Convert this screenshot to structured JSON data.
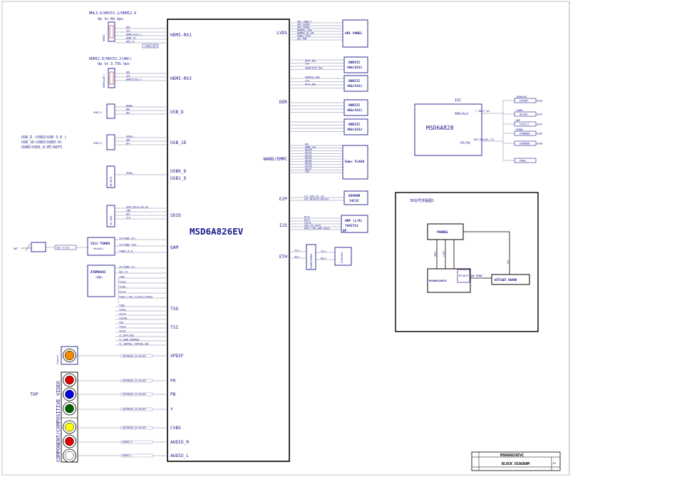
{
  "hdmi_rx1": {
    "header_line1": "MHL3.0/HDCP2.2/HDMI2.0",
    "header_line2": "Up to 6G bps",
    "connector": "HDMI1",
    "pin": "HDMI-RX1",
    "signals": [
      "DDC",
      "CEC",
      "HDMI1(CEC)+-",
      "HDMI_5V",
      "HPD_1S"
    ],
    "small_box": "CABLE_DET"
  },
  "hdmi_rx3": {
    "header_line1": "HDMI2.0/HDCP2.2(ARC)",
    "header_line2": "Up to 3.75G bps",
    "connector": "HDMI3(ARC)",
    "pin": "HDMI-RX3",
    "signals": [
      "DDC",
      "CEC",
      "HDMI3(CEC)+-"
    ]
  },
  "usb_d": {
    "connector": "USB2.0",
    "pin": "USB_D",
    "signals": [
      "NAND+-",
      "DM+",
      "DP+"
    ]
  },
  "usb_1d": {
    "connector": "USB3.0",
    "pin": "USB_1D",
    "signals": [
      "USB3+-",
      "DM+",
      "DP+"
    ]
  },
  "usb_legend": [
    "USB_D :USB2(USB 3.0 )",
    "USB_1D:USB3(USB3.0)",
    "USB0/USB1_D:BT/WIFI"
  ],
  "bt_wifi": {
    "connector": "BT/WIFI",
    "pin_line1": "USB0_D",
    "pin_line2": "USB1_D",
    "signal": "USB0+-"
  },
  "sdio": {
    "connector": "SD CARD",
    "pin": "SDIO",
    "signals": [
      "SDIO_D0,D1,D2,D3",
      "CMD",
      "DET",
      "CLK"
    ]
  },
  "tuner": {
    "antenna": "ANT",
    "filter": "Saw filter",
    "tuner_line1": "SILC TUNER",
    "tuner_line2": "(MxL661)",
    "demod_line1": "ATBM886C",
    "demod_line2": "(预留)",
    "pin": "QAM",
    "signals": [
      "IF(TUNER IF)",
      "IF(TUNER IFN)",
      "TUNER_IF_N"
    ]
  },
  "tso": {
    "pin": "TSO",
    "signals": [
      "IF(TUNER IF)",
      "AGC_CTL",
      "TSDO",
      "TSVLD",
      "TSYNC",
      "TSCLK",
      "TSO0~7,TS0_(CLOCK)+(PADS)"
    ]
  },
  "tsi": {
    "pin": "TSI",
    "signals": [
      "TSD0",
      "TSVLD",
      "TSCLK",
      "TSSYNC",
      "TSD",
      "TSVLD",
      "TSCLK",
      "CI_DATA_BUS",
      "CI_ADDR_ADDRBUS",
      "CI_CONTROL_CONTROL_BUS"
    ]
  },
  "spdif": {
    "connector": "Coaxial",
    "pin": "SPDIF",
    "signal": "AUTOBIAS_3V-BLACK"
  },
  "analog": {
    "connector_label": "COMPONENT/COMPOSITIVE VIDEO",
    "side_label": "TOP",
    "jack_colors": [
      "#e00000",
      "#0000e0",
      "#006000",
      "#ffff00",
      "#e00000",
      "#ffffff"
    ],
    "pins": [
      {
        "name": "PR",
        "signal": "AUTOBIAS_3V-BLACK"
      },
      {
        "name": "PB",
        "signal": "AUTOBIAS_3V-BLACK"
      },
      {
        "name": "Y",
        "signal": "AUTOBIAS_3V-BLACK"
      },
      {
        "name": "CVBS",
        "signal": "AUTOBIAS_3V-BLACK"
      },
      {
        "name": "AUDIO_R",
        "signal": "AUDIO-R"
      },
      {
        "name": "AUDIO_L",
        "signal": "AUDIO-L"
      }
    ]
  },
  "soc": {
    "name": "MSD6A826EV"
  },
  "right_pins": {
    "lvds": "LVDS",
    "ddr": "DDR",
    "nand": "NAND/EMMC",
    "e2p": "E2P",
    "i2s": "I2S",
    "eth": "ETH"
  },
  "lvds_signals": [
    "VBY_LANE0~7",
    "VBY_LOCKN",
    "VBY_HTPDN",
    "NORMAL_LVDS",
    "NORMAL_BL_ON",
    "PANEL_DISP",
    "DPC_PWR"
  ],
  "vb1_panel": "VB1 PANEL",
  "ddr_chips": [
    {
      "line1": "DDRIII",
      "line2": "4Gb(X16)"
    },
    {
      "line1": "DDRIII",
      "line2": "4Gb(X16)"
    },
    {
      "line1": "DDRIII",
      "line2": "4Gb(X16)"
    },
    {
      "line1": "DDRIII",
      "line2": "4Gb(X16)"
    }
  ],
  "ddr_signals": [
    "DATA_BUS",
    "CLK",
    "ADDR/DATA_BUS",
    "ADDRESS_BUS",
    "CLK",
    "DATA_BUS"
  ],
  "emmc": "Emmc FLASH",
  "emmc_signals": [
    "RDY",
    "EMMC_CLK",
    "DATA0",
    "DATA1",
    "DATA2",
    "DATA3",
    "DATA4",
    "DATA5",
    "DATA6",
    "DATA7",
    "CMD"
  ],
  "eeprom": {
    "line1": "EEPROM",
    "line2": "24C32"
  },
  "eeprom_signals": [
    "I2C_SDA_I2C_SCL",
    "EXT_WP(GPIO_WP)EXT"
  ],
  "amp": {
    "line1": "AMP (L/R)",
    "line2": "TAS5711",
    "pin": "OP"
  },
  "amp_signals": [
    "MCLK",
    "BCLK",
    "LRCLK",
    "AUD_I2S_DATA",
    "MUTE_CTRL/AMP_RESET"
  ],
  "eth": {
    "magnetics": "TRANSFORMER",
    "jack": "RJ45JACK",
    "signals": [
      "TX+/-",
      "RX+/-",
      "TX+/-",
      "RX+/-"
    ]
  },
  "i2c_bus": {
    "title": "I2C",
    "mcu": "MSD6A828",
    "pin1": "AM4/AL4",
    "pin2": "P5/P6",
    "sig1": "T_SDA/T_SCL",
    "sig2": "DDC_SDA/DDC_SCL",
    "devices": [
      {
        "label": "SDRAM/NC",
        "name": "EEPROM"
      },
      {
        "label": "TUNER",
        "name": "MxL661"
      },
      {
        "label": "AMP",
        "name": "TAS5711"
      },
      {
        "label": "DEMOD",
        "name": "ATBM886C"
      },
      {
        "label": "",
        "name": "ATBM886C"
      },
      {
        "label": "",
        "name": "PANEL"
      }
    ],
    "addr": [
      "0xA0",
      "0xC0",
      "0x34",
      "0x80",
      "0x80",
      ""
    ]
  },
  "flow_3d": {
    "title": "3D信号流程图1",
    "panel": "PANNEL",
    "soc": "MSD6A826EVC",
    "small": "BT/WIFI",
    "sync": "LR SYNC",
    "wifi": "WIFI&BT BOARD",
    "v1": "VBY1",
    "v2": "LVDS",
    "v3": "I2C"
  },
  "title_block": {
    "project": "MSD6A826EVC",
    "title": "BLOCK DIAGRAM",
    "rev": "R1"
  }
}
